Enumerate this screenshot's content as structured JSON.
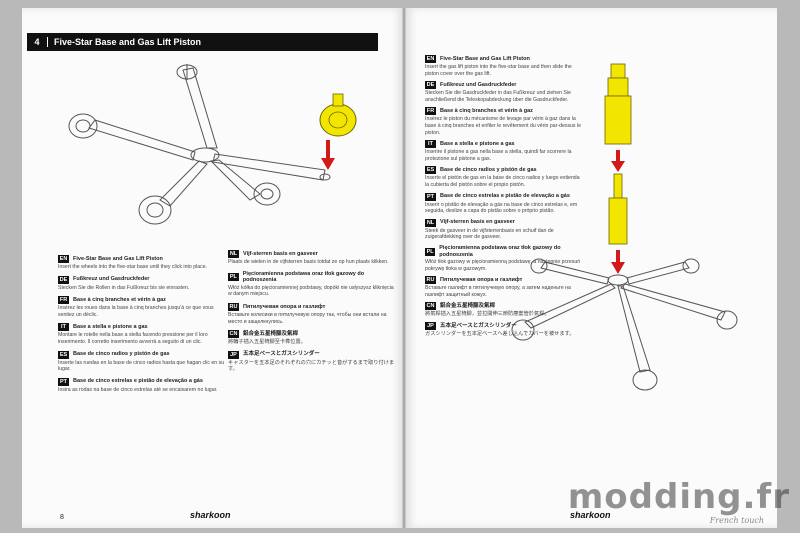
{
  "header": {
    "step_number": "4",
    "title": "Five-Star Base and Gas Lift Piston"
  },
  "left_blocks": [
    {
      "code": "EN",
      "title": "Five-Star Base and Gas Lift Piston",
      "text": "Insert the wheels into the five-star base until they click into place."
    },
    {
      "code": "DE",
      "title": "Fußkreuz und Gasdruckfeder",
      "text": "Stecken Sie die Rollen in das Fußkreuz bis sie einrasten."
    },
    {
      "code": "FR",
      "title": "Base à cinq branches et vérin à gaz",
      "text": "Insérez les roues dans la base à cinq branches jusqu'à ce que vous sentiez un déclic."
    },
    {
      "code": "IT",
      "title": "Base a stella e pistone a gas",
      "text": "Montare le rotelle nella base a stella facendo pressione per il loro inserimento. Il corretto inserimento avverrà a seguito di un clic."
    },
    {
      "code": "ES",
      "title": "Base de cinco radios y pistón de gas",
      "text": "Inserte las ruedas en la base de cinco radios hasta que hagan clic en su lugar."
    },
    {
      "code": "PT",
      "title": "Base de cinco estrelas e pistão de elevação a gás",
      "text": "Insira as rodas na base de cinco estrelas até se encaixarem no lugar."
    }
  ],
  "middle_blocks": [
    {
      "code": "NL",
      "title": "Vijf-sterren basis en gasveer",
      "text": "Plaats de wielen in de vijfsterren basis totdat ze op hun plaats klikken."
    },
    {
      "code": "PL",
      "title": "Pięcioramienna podstawa oraz tłok gazowy do podnoszenia",
      "text": "Włóż kółka do pięcioramiennej podstawy, dopóki nie usłyszysz kliknięcia w danym miejscu."
    },
    {
      "code": "RU",
      "title": "Пятилучевая опора и газлифт",
      "text": "Вставьте колесики в пятилучевую опору так, чтобы они встали на место и защелкнулись."
    },
    {
      "code": "CN",
      "title": "鋁合金五星椅腳及氣桿",
      "text": "將輪子插入五星椅腳至卡榫位置。"
    },
    {
      "code": "JP",
      "title": "五本足ベースとガスシリンダー",
      "text": "キャスターを五本足のそれぞれの穴にカチッと音がするまで取り付けます。"
    }
  ],
  "right_blocks": [
    {
      "code": "EN",
      "title": "Five-Star Base and Gas Lift Piston",
      "text": "Insert the gas lift piston into the five-star base and then slide the piston cover over the gas lift."
    },
    {
      "code": "DE",
      "title": "Fußkreuz und Gasdruckfeder",
      "text": "Stecken Sie die Gasdruckfeder in das Fußkreuz und ziehen Sie anschließend die Teleskopabdeckung über die Gasdruckfeder."
    },
    {
      "code": "FR",
      "title": "Base à cinq branches et vérin à gaz",
      "text": "Insérez le piston du mécanisme de levage par vérin à gaz dans la base à cinq branches et enfiler le revêtement du vérin par-dessus le piston."
    },
    {
      "code": "IT",
      "title": "Base a stella e pistone a gas",
      "text": "Inserire il pistone a gas nella base a stella, quindi far scorrere la protezione sul pistone a gas."
    },
    {
      "code": "ES",
      "title": "Base de cinco radios y pistón de gas",
      "text": "Inserte el pistón de gas en la base de cinco radios y luego extienda la cubierta del pistón sobre el propio pistón."
    },
    {
      "code": "PT",
      "title": "Base de cinco estrelas e pistão de elevação a gás",
      "text": "Inserir o pistão de elevação a gás na base de cinco estrelas e, em seguida, deslize a capa do pistão sobre o próprio pistão."
    },
    {
      "code": "NL",
      "title": "Vijf-sterren basis en gasveer",
      "text": "Steek de gasveer in de vijfsterrenbasis en schuif dan de zuigerafdekking over de gasveer."
    },
    {
      "code": "PL",
      "title": "Pięcioramienna podstawa oraz tłok gazowy do podnoszenia",
      "text": "Włóż tłok gazowy w pięcioramienną podstawę, a następnie przesuń pokrywę tłoka w gazowym."
    },
    {
      "code": "RU",
      "title": "Пятилучевая опора и газлифт",
      "text": "Вставьте газлифт в пятилучевую опору, а затем наденьте на газлифт защитный кожух."
    },
    {
      "code": "CN",
      "title": "鋁合金五星椅腳及氣桿",
      "text": "將氣桿插入五星椅腳，並拉開伸三節防塵套管於氣桿。"
    },
    {
      "code": "JP",
      "title": "五本足ベースとガスシリンダー",
      "text": "ガスシリンダーを五本足ベースへ差し込んでカバーを被せます。"
    }
  ],
  "footer": {
    "page_number": "8",
    "brand_left": "sharkoon",
    "brand_right": "sharkoon"
  },
  "watermark": {
    "text": "modding.fr",
    "subtitle": "French touch"
  },
  "colors": {
    "accent_yellow": "#f2e600",
    "arrow_red": "#d11a1a",
    "header_black": "#111111"
  }
}
